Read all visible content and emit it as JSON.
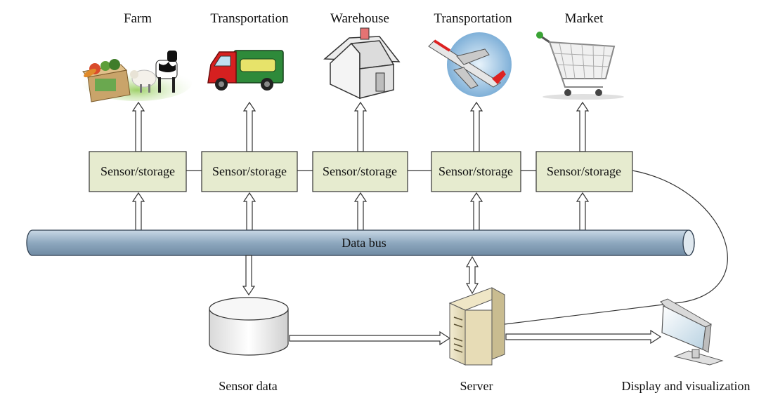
{
  "stages": [
    {
      "title": "Farm",
      "box_label": "Sensor/storage",
      "icon": "farm-produce-livestock-icon"
    },
    {
      "title": "Transportation",
      "box_label": "Sensor/storage",
      "icon": "delivery-truck-icon"
    },
    {
      "title": "Warehouse",
      "box_label": "Sensor/storage",
      "icon": "warehouse-house-icon"
    },
    {
      "title": "Transportation",
      "box_label": "Sensor/storage",
      "icon": "airplane-icon"
    },
    {
      "title": "Market",
      "box_label": "Sensor/storage",
      "icon": "shopping-cart-icon"
    }
  ],
  "bus": {
    "label": "Data bus"
  },
  "bottom": {
    "sensor_data": "Sensor data",
    "server": "Server",
    "display": "Display and visualization"
  },
  "colors": {
    "box_fill": "#e6ebcf",
    "box_stroke": "#333333",
    "bus_fill": "#9fb6c9",
    "arrow_fill": "#ffffff",
    "arrow_stroke": "#333333"
  }
}
